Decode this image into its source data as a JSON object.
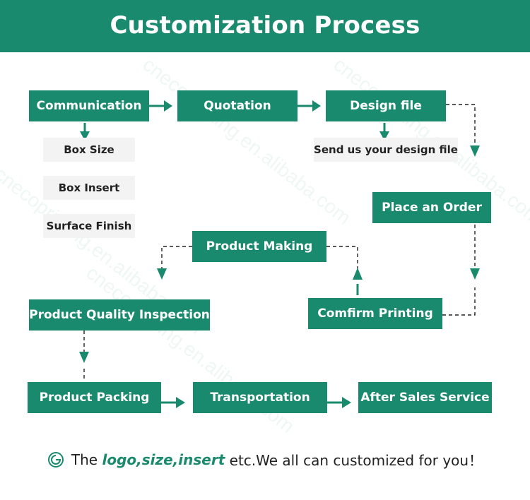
{
  "header": {
    "title": "Customization Process"
  },
  "watermark": {
    "text": "cnecoprinting.en.alibaba.com"
  },
  "steps": {
    "communication": "Communication",
    "quotation": "Quotation",
    "design_file": "Design file",
    "place_order": "Place an Order",
    "product_making": "Product Making",
    "quality_inspection": "Product Quality Inspection",
    "confirm_printing": "Comfirm Printing",
    "product_packing": "Product Packing",
    "transportation": "Transportation",
    "after_sales": "After Sales Service"
  },
  "details": {
    "box_size": "Box Size",
    "box_insert": "Box Insert",
    "surface_finish": "Surface Finish",
    "send_design": "Send us your design file"
  },
  "footer": {
    "prefix": "The ",
    "highlight": "logo,size,insert",
    "suffix": " etc.We all can customized for you！"
  },
  "colors": {
    "accent": "#1a8a6e",
    "sub_bg": "#f3f3f3",
    "text": "#222222"
  },
  "icons": {
    "footer": "brand-logo-icon"
  }
}
